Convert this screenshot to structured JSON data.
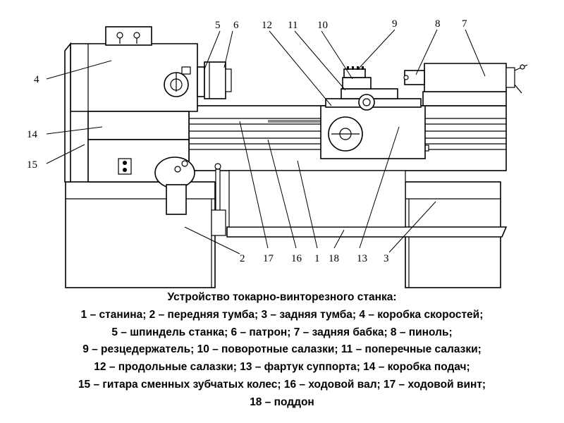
{
  "diagram": {
    "callouts": [
      {
        "id": "4",
        "label": "4"
      },
      {
        "id": "14",
        "label": "14"
      },
      {
        "id": "15",
        "label": "15"
      },
      {
        "id": "5",
        "label": "5"
      },
      {
        "id": "6",
        "label": "6"
      },
      {
        "id": "12",
        "label": "12"
      },
      {
        "id": "11",
        "label": "11"
      },
      {
        "id": "10",
        "label": "10"
      },
      {
        "id": "9",
        "label": "9"
      },
      {
        "id": "8",
        "label": "8"
      },
      {
        "id": "7",
        "label": "7"
      },
      {
        "id": "2",
        "label": "2"
      },
      {
        "id": "17",
        "label": "17"
      },
      {
        "id": "16",
        "label": "16"
      },
      {
        "id": "1",
        "label": "1"
      },
      {
        "id": "18",
        "label": "18"
      },
      {
        "id": "13",
        "label": "13"
      },
      {
        "id": "3",
        "label": "3"
      }
    ]
  },
  "caption": {
    "title": "Устройство токарно-винторезного станка:",
    "lines": [
      "1 – станина; 2 – передняя тумба; 3 – задняя тумба; 4 – коробка скоростей;",
      "5 – шпиндель станка; 6 – патрон; 7 – задняя бабка; 8 – пиноль;",
      "9 – резцедержатель; 10 – поворотные салазки; 11 – поперечные салазки;",
      "12 – продольные салазки; 13 – фартук суппорта; 14 – коробка подач;",
      "15 – гитара сменных зубчатых колес; 16 – ходовой вал; 17 – ходовой винт;",
      "18 – поддон"
    ]
  }
}
